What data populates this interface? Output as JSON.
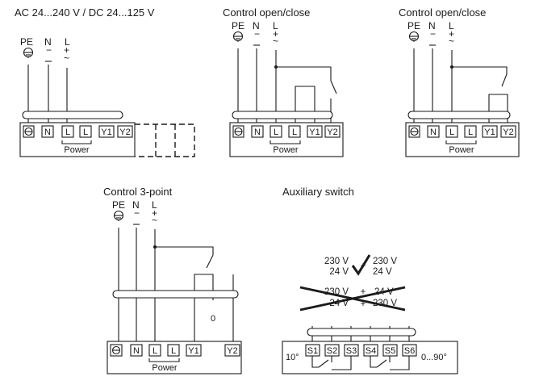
{
  "diagrams": {
    "supply": {
      "title": "AC 24...240 V / DC 24...125 V",
      "pe": "PE",
      "n": "N",
      "l": "L",
      "n_sign": "−",
      "l_sign": "+",
      "l_tilde": "~",
      "terminals": [
        "N",
        "L",
        "L",
        "Y1",
        "Y2"
      ],
      "power": "Power"
    },
    "open_close_1": {
      "title": "Control open/close",
      "pe": "PE",
      "n": "N",
      "l": "L",
      "n_sign": "−",
      "l_sign": "+",
      "l_tilde": "~",
      "terminals": [
        "N",
        "L",
        "L",
        "Y1",
        "Y2"
      ],
      "power": "Power"
    },
    "open_close_2": {
      "title": "Control open/close",
      "pe": "PE",
      "n": "N",
      "l": "L",
      "n_sign": "−",
      "l_sign": "+",
      "l_tilde": "~",
      "terminals": [
        "N",
        "L",
        "L",
        "Y1",
        "Y2"
      ],
      "power": "Power"
    },
    "three_point": {
      "title": "Control 3-point",
      "pe": "PE",
      "n": "N",
      "l": "L",
      "n_sign": "−",
      "l_sign": "+",
      "l_tilde": "~",
      "terminals": [
        "N",
        "L",
        "L",
        "Y1",
        "Y2"
      ],
      "power": "Power",
      "zero": "0"
    },
    "aux": {
      "title": "Auxiliary switch",
      "ok_left_1": "230 V",
      "ok_left_2": "24 V",
      "ok_right_1": "230 V",
      "ok_right_2": "24 V",
      "plus": "+",
      "bad_left_1": "230 V",
      "bad_left_2": "24 V",
      "bad_right_1": "24 V",
      "bad_right_2": "230 V",
      "terminals": [
        "S1",
        "S2",
        "S3",
        "S4",
        "S5",
        "S6"
      ],
      "angle_left": "10°",
      "angle_right": "0...90°"
    }
  }
}
